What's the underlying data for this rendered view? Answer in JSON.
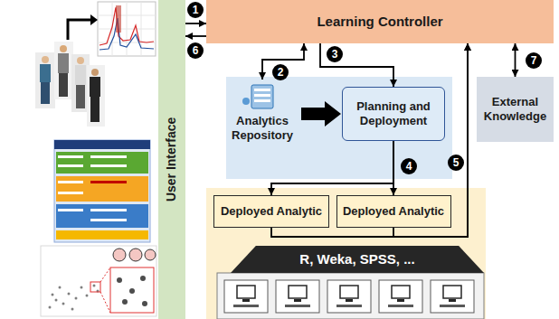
{
  "diagram": {
    "nodes": [
      {
        "text": [
          "User Interface"
        ]
      },
      {
        "text": [
          "Learning Controller"
        ]
      },
      {
        "text": [
          "Analytics Repository"
        ]
      },
      {
        "text": [
          "Planning and Deployment"
        ]
      },
      {
        "text": [
          "External Knowledge"
        ]
      },
      {
        "text": [
          "Deployed Analytic"
        ]
      },
      {
        "text": [
          "Deployed Analytic"
        ]
      },
      {
        "text": [
          "R, Weka, SPSS, ..."
        ]
      }
    ],
    "edges": [
      {
        "from": 0,
        "to": 1,
        "arrow": "to"
      },
      {
        "from": 1,
        "to": 0,
        "arrow": "to"
      },
      {
        "from": 1,
        "to": 2,
        "arrow": "both"
      },
      {
        "from": 1,
        "to": 3,
        "arrow": "to"
      },
      {
        "from": 2,
        "to": 3,
        "arrow": "to"
      },
      {
        "from": 3,
        "to": 5,
        "arrow": "to"
      },
      {
        "from": 3,
        "to": 6,
        "arrow": "to"
      },
      {
        "from": 5,
        "to": 1,
        "arrow": "to"
      },
      {
        "from": 6,
        "to": 1,
        "arrow": "to"
      },
      {
        "from": 1,
        "to": 4,
        "arrow": "both"
      }
    ],
    "labels": [
      "1",
      "2",
      "3",
      "4",
      "5",
      "6",
      "7"
    ]
  }
}
